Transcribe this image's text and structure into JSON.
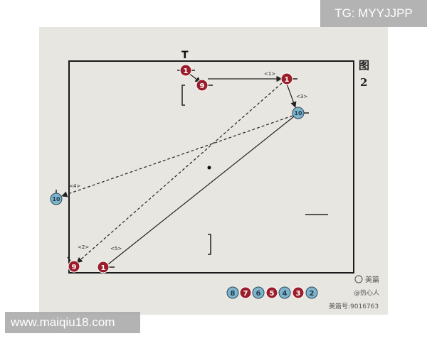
{
  "watermarks": {
    "tg": "TG: MYYJJPP",
    "site": "www.maiqiu18.com",
    "platform": "美篇",
    "author": "@热心人",
    "id": "美篇号:9016763"
  },
  "figure": {
    "label_line1": "图",
    "label_line2": "2",
    "table_mark": "T"
  },
  "players": [
    {
      "number": "1",
      "color": "#9b1c2a"
    },
    {
      "number": "9",
      "color": "#9b1c2a"
    },
    {
      "number": "1",
      "color": "#9b1c2a"
    },
    {
      "number": "10",
      "color": "#7fb3cc"
    },
    {
      "number": "10",
      "color": "#7fb3cc"
    },
    {
      "number": "9",
      "color": "#9b1c2a"
    },
    {
      "number": "1",
      "color": "#9b1c2a"
    }
  ],
  "pass_labels": [
    "<1>",
    "<3>",
    "<4>",
    "<2>",
    "<5>"
  ],
  "legend": [
    {
      "number": "8",
      "color": "#7fb3cc"
    },
    {
      "number": "7",
      "color": "#9b1c2a"
    },
    {
      "number": "6",
      "color": "#7fb3cc"
    },
    {
      "number": "5",
      "color": "#9b1c2a"
    },
    {
      "number": "4",
      "color": "#7fb3cc"
    },
    {
      "number": "3",
      "color": "#9b1c2a"
    },
    {
      "number": "2",
      "color": "#7fb3cc"
    }
  ]
}
